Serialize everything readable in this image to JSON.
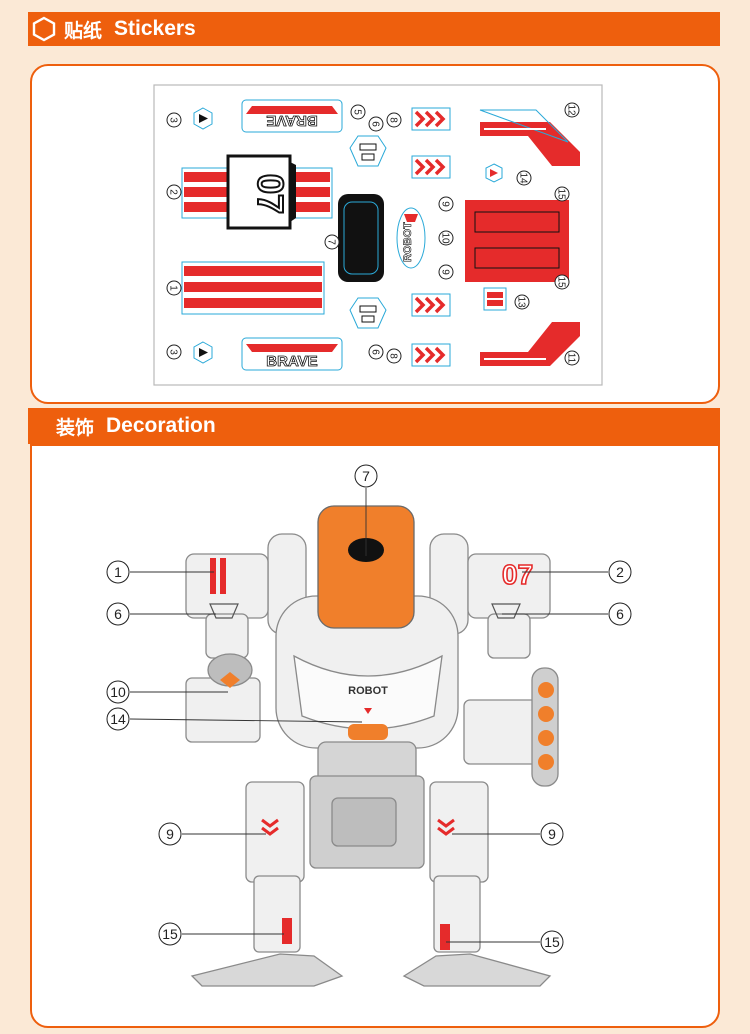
{
  "stickers_header": {
    "zh": "贴纸",
    "en": "Stickers"
  },
  "decoration_header": {
    "zh": "装饰",
    "en": "Decoration"
  },
  "sheet": {
    "brave_text": "BRAVE",
    "number_text": "07",
    "robot_text": "ROBOT",
    "numbers": [
      "1",
      "2",
      "3",
      "3",
      "5",
      "6",
      "6",
      "7",
      "8",
      "8",
      "9",
      "9",
      "10",
      "11",
      "12",
      "13",
      "14",
      "15",
      "15"
    ]
  },
  "decoration": {
    "callouts": [
      "1",
      "2",
      "6",
      "6",
      "7",
      "9",
      "9",
      "10",
      "14",
      "15",
      "15"
    ],
    "chest_text": "ROBOT",
    "shoulder_number": "07"
  },
  "colors": {
    "accent": "#ee5f0d",
    "sticker_red": "#e52b2b",
    "frame_blue": "#2aa9d8"
  }
}
